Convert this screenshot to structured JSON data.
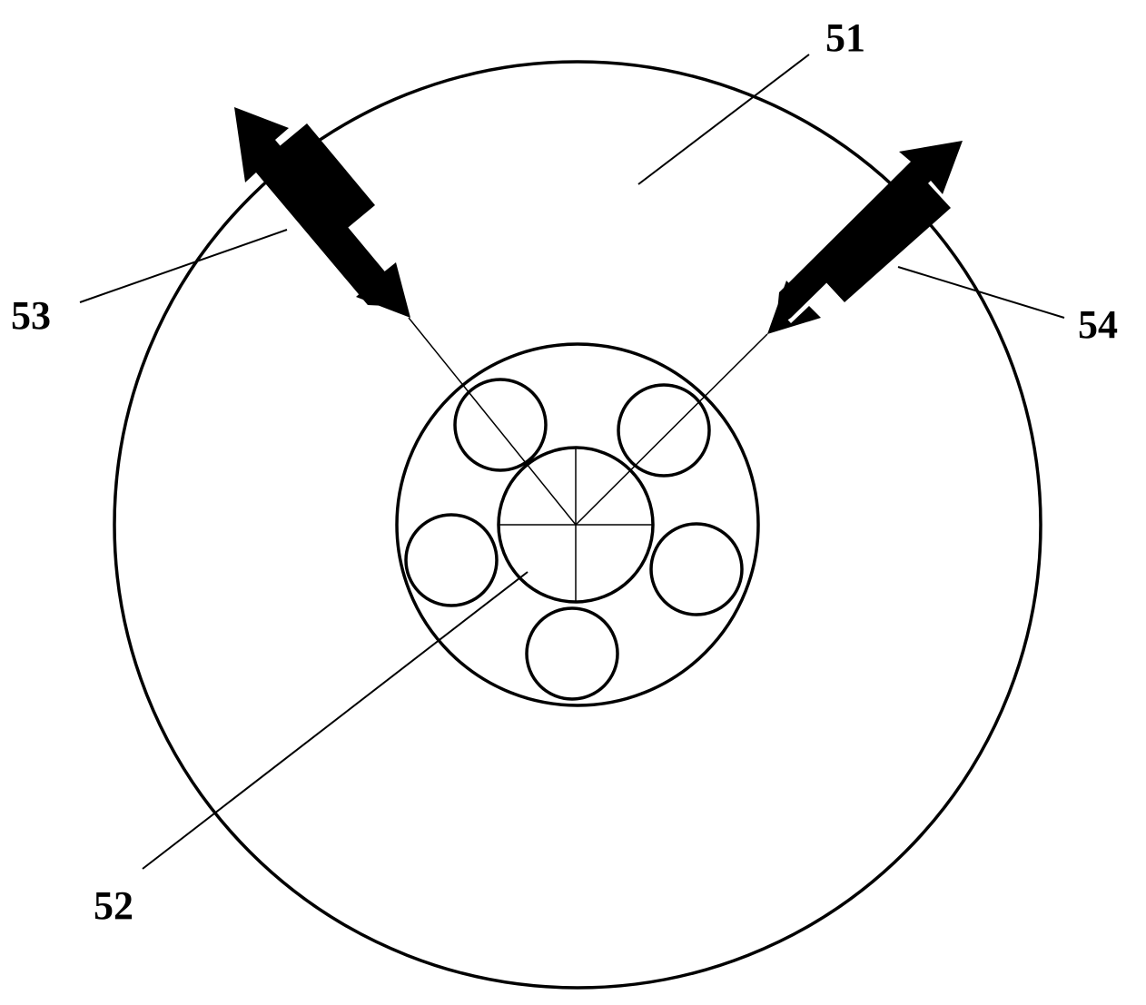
{
  "labels": {
    "outer_disk": "51",
    "sample_plate": "52",
    "left_arrow": "53",
    "right_arrow": "54"
  }
}
